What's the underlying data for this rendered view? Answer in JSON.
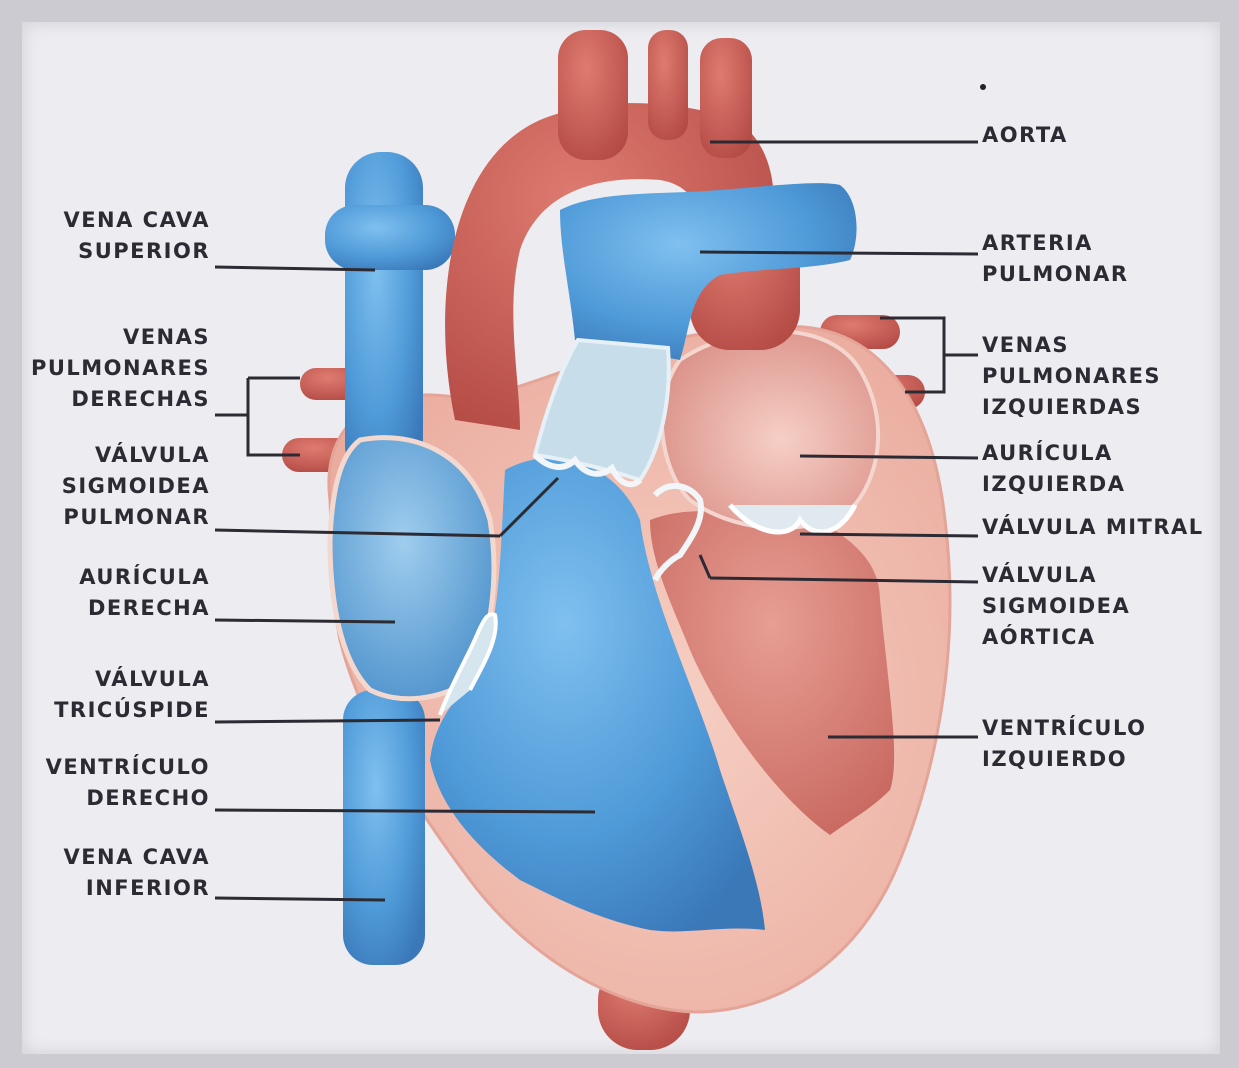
{
  "labels": {
    "vena_cava_superior": "VENA CAVA\nSUPERIOR",
    "venas_pulmonares_derechas": "VENAS\nPULMONARES\nDERECHAS",
    "valvula_sigmoidea_pulmonar": "VÁLVULA\nSIGMOIDEA\nPULMONAR",
    "auricula_derecha": "AURÍCULA\nDERECHA",
    "valvula_tricuspide": "VÁLVULA\nTRICÚSPIDE",
    "ventriculo_derecho": "VENTRÍCULO\nDERECHO",
    "vena_cava_inferior": "VENA CAVA\nINFERIOR",
    "aorta": "AORTA",
    "arteria_pulmonar": "ARTERIA\nPULMONAR",
    "venas_pulmonares_izquierdas": "VENAS\nPULMONARES\nIZQUIERDAS",
    "auricula_izquierda": "AURÍCULA\nIZQUIERDA",
    "valvula_mitral": "VÁLVULA MITRAL",
    "valvula_sigmoidea_aortica": "VÁLVULA\nSIGMOIDEA\nAÓRTICA",
    "ventriculo_izquierdo": "VENTRÍCULO\nIZQUIERDO"
  },
  "colors": {
    "vein_blue": "#4f9ad8",
    "artery_red": "#c45a52",
    "myocardium_pink": "#f0b8aa",
    "leader_line": "#2c2b34"
  }
}
